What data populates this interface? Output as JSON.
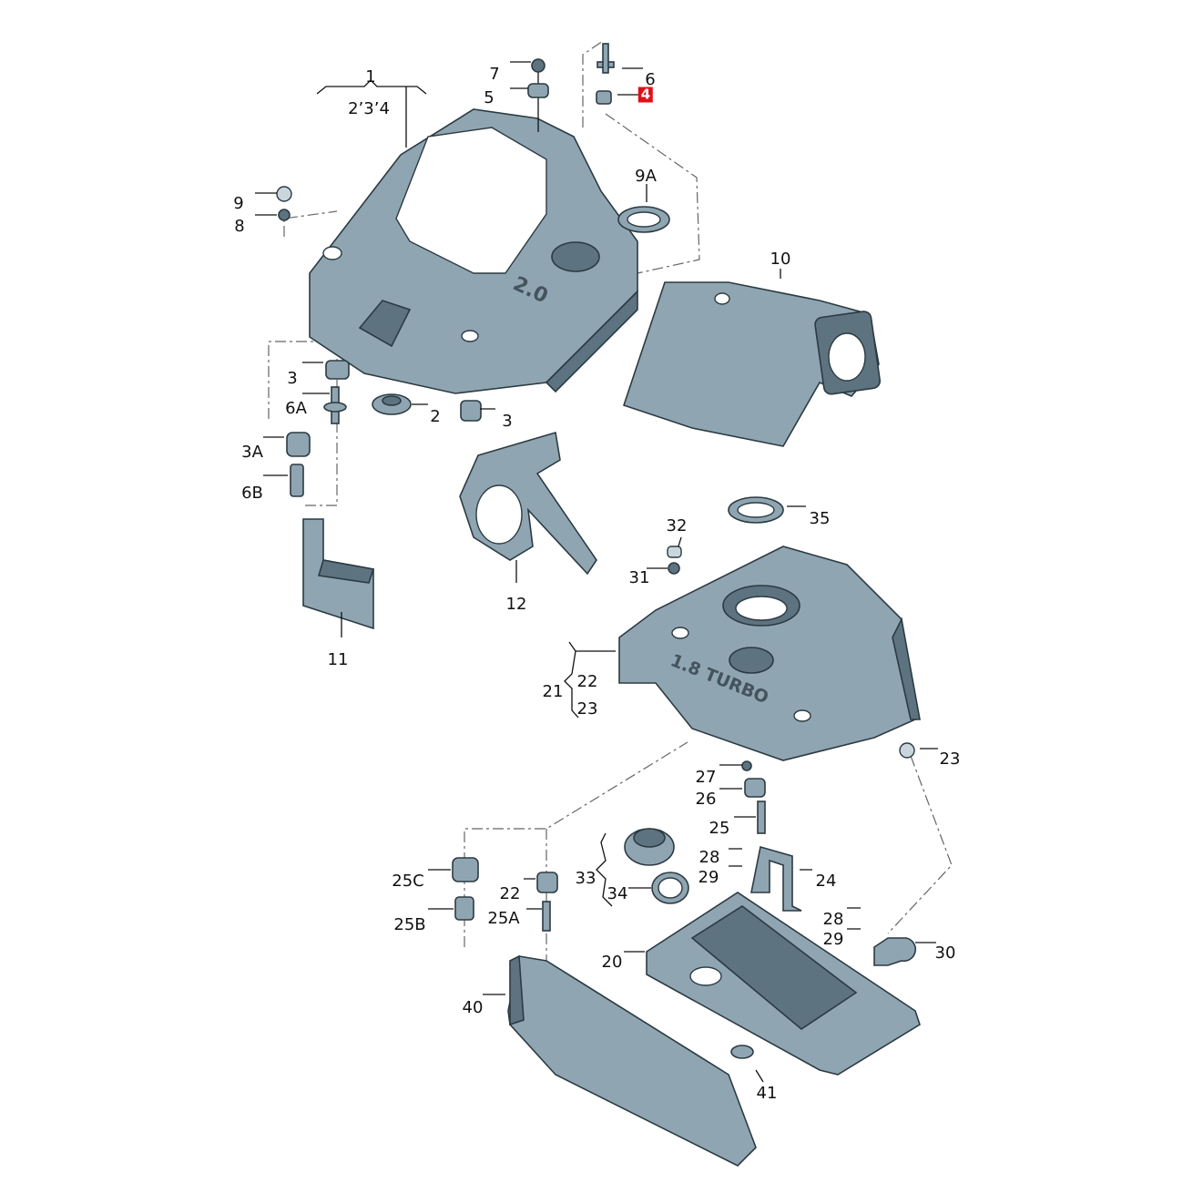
{
  "diagram_title": "",
  "callouts": [
    "1",
    "2’3’4",
    "7",
    "5",
    "6",
    "4",
    "9A",
    "9",
    "8",
    "10",
    "3",
    "6A",
    "2",
    "3",
    "3A",
    "6B",
    "12",
    "11",
    "32",
    "31",
    "35",
    "21",
    "22",
    "23",
    "23",
    "27",
    "26",
    "25",
    "28",
    "29",
    "24",
    "33",
    "34",
    "25C",
    "22",
    "25B",
    "25A",
    "20",
    "28",
    "29",
    "30",
    "40",
    "41"
  ],
  "highlighted_callout": "4",
  "highlight_color": "#e0101a",
  "engravings": {
    "cover_upper": "2.0",
    "cover_lower": "1.8 TURBO"
  }
}
